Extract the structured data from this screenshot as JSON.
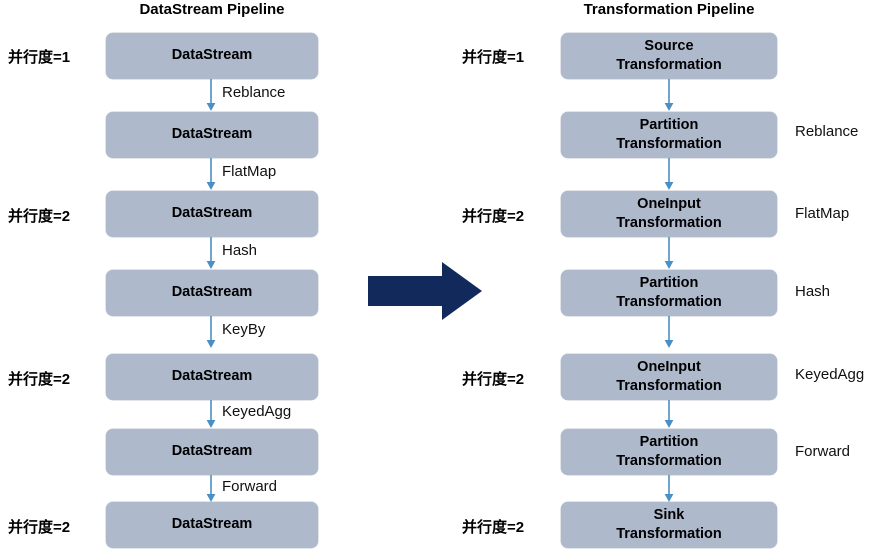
{
  "diagram": {
    "title_left": "DataStream Pipeline",
    "title_right": "Transformation Pipeline",
    "colors": {
      "node_fill": "#AEB9CC",
      "connector": "#4A90C4",
      "big_arrow": "#12295C",
      "text": "#000000"
    },
    "big_arrow_icon": "right-arrow-icon"
  },
  "left_pipeline": {
    "name": "DataStream Pipeline",
    "nodes": [
      {
        "label": "DataStream",
        "parallelism": "并行度=1"
      },
      {
        "label": "DataStream",
        "parallelism": ""
      },
      {
        "label": "DataStream",
        "parallelism": "并行度=2"
      },
      {
        "label": "DataStream",
        "parallelism": ""
      },
      {
        "label": "DataStream",
        "parallelism": "并行度=2"
      },
      {
        "label": "DataStream",
        "parallelism": ""
      },
      {
        "label": "DataStream",
        "parallelism": "并行度=2"
      }
    ],
    "edges": [
      {
        "label": "Reblance"
      },
      {
        "label": "FlatMap"
      },
      {
        "label": "Hash"
      },
      {
        "label": "KeyBy"
      },
      {
        "label": "KeyedAgg"
      },
      {
        "label": "Forward"
      }
    ]
  },
  "right_pipeline": {
    "name": "Transformation Pipeline",
    "nodes": [
      {
        "line1": "Source",
        "line2": "Transformation",
        "parallelism": "并行度=1",
        "operation": ""
      },
      {
        "line1": "Partition",
        "line2": "Transformation",
        "parallelism": "",
        "operation": "Reblance"
      },
      {
        "line1": "OneInput",
        "line2": "Transformation",
        "parallelism": "并行度=2",
        "operation": "FlatMap"
      },
      {
        "line1": "Partition",
        "line2": "Transformation",
        "parallelism": "",
        "operation": "Hash"
      },
      {
        "line1": "OneInput",
        "line2": "Transformation",
        "parallelism": "并行度=2",
        "operation": "KeyedAgg"
      },
      {
        "line1": "Partition",
        "line2": "Transformation",
        "parallelism": "",
        "operation": "Forward"
      },
      {
        "line1": "Sink",
        "line2": "Transformation",
        "parallelism": "并行度=2",
        "operation": ""
      }
    ]
  }
}
